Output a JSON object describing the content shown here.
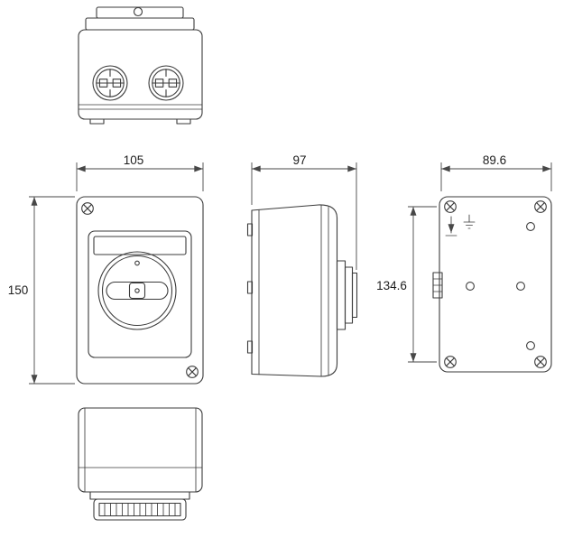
{
  "dimensions": {
    "front_width_mm": "105",
    "front_height_mm": "150",
    "side_depth_mm": "97",
    "back_width_mm": "89.6",
    "back_height_mm": "134.6"
  },
  "style": {
    "line_color": "#3b3b3b",
    "dimension_color": "#474747",
    "text_color": "#1c1c1c",
    "background_color": "#ffffff"
  }
}
